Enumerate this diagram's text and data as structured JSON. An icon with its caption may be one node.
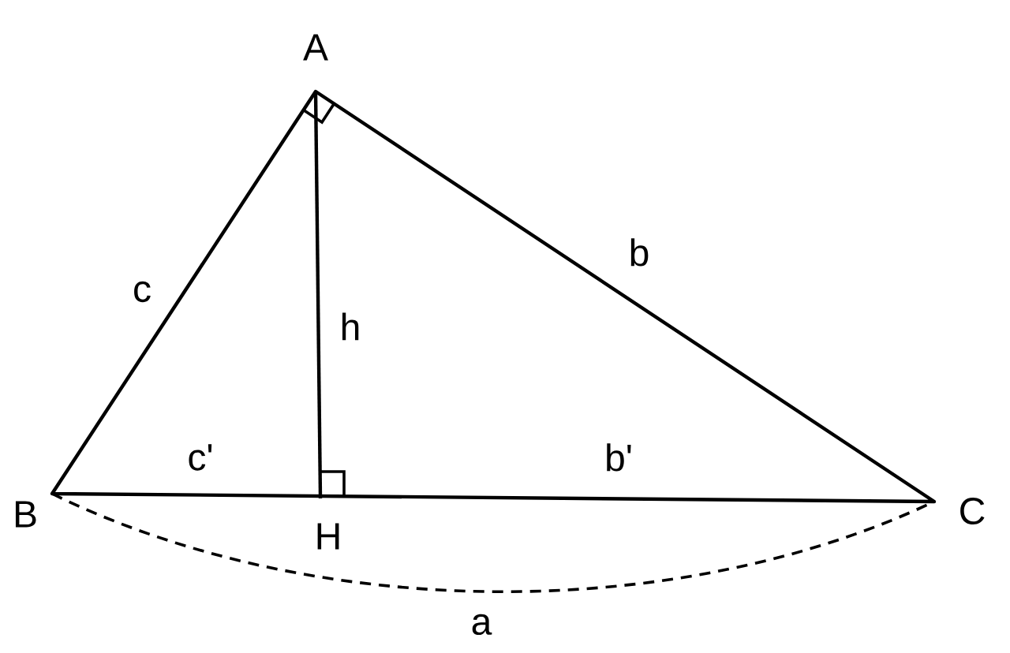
{
  "diagram": {
    "labels": [
      "A",
      "b",
      "c",
      "h",
      "c'",
      "b'",
      "B",
      "H",
      "C",
      "a"
    ]
  }
}
